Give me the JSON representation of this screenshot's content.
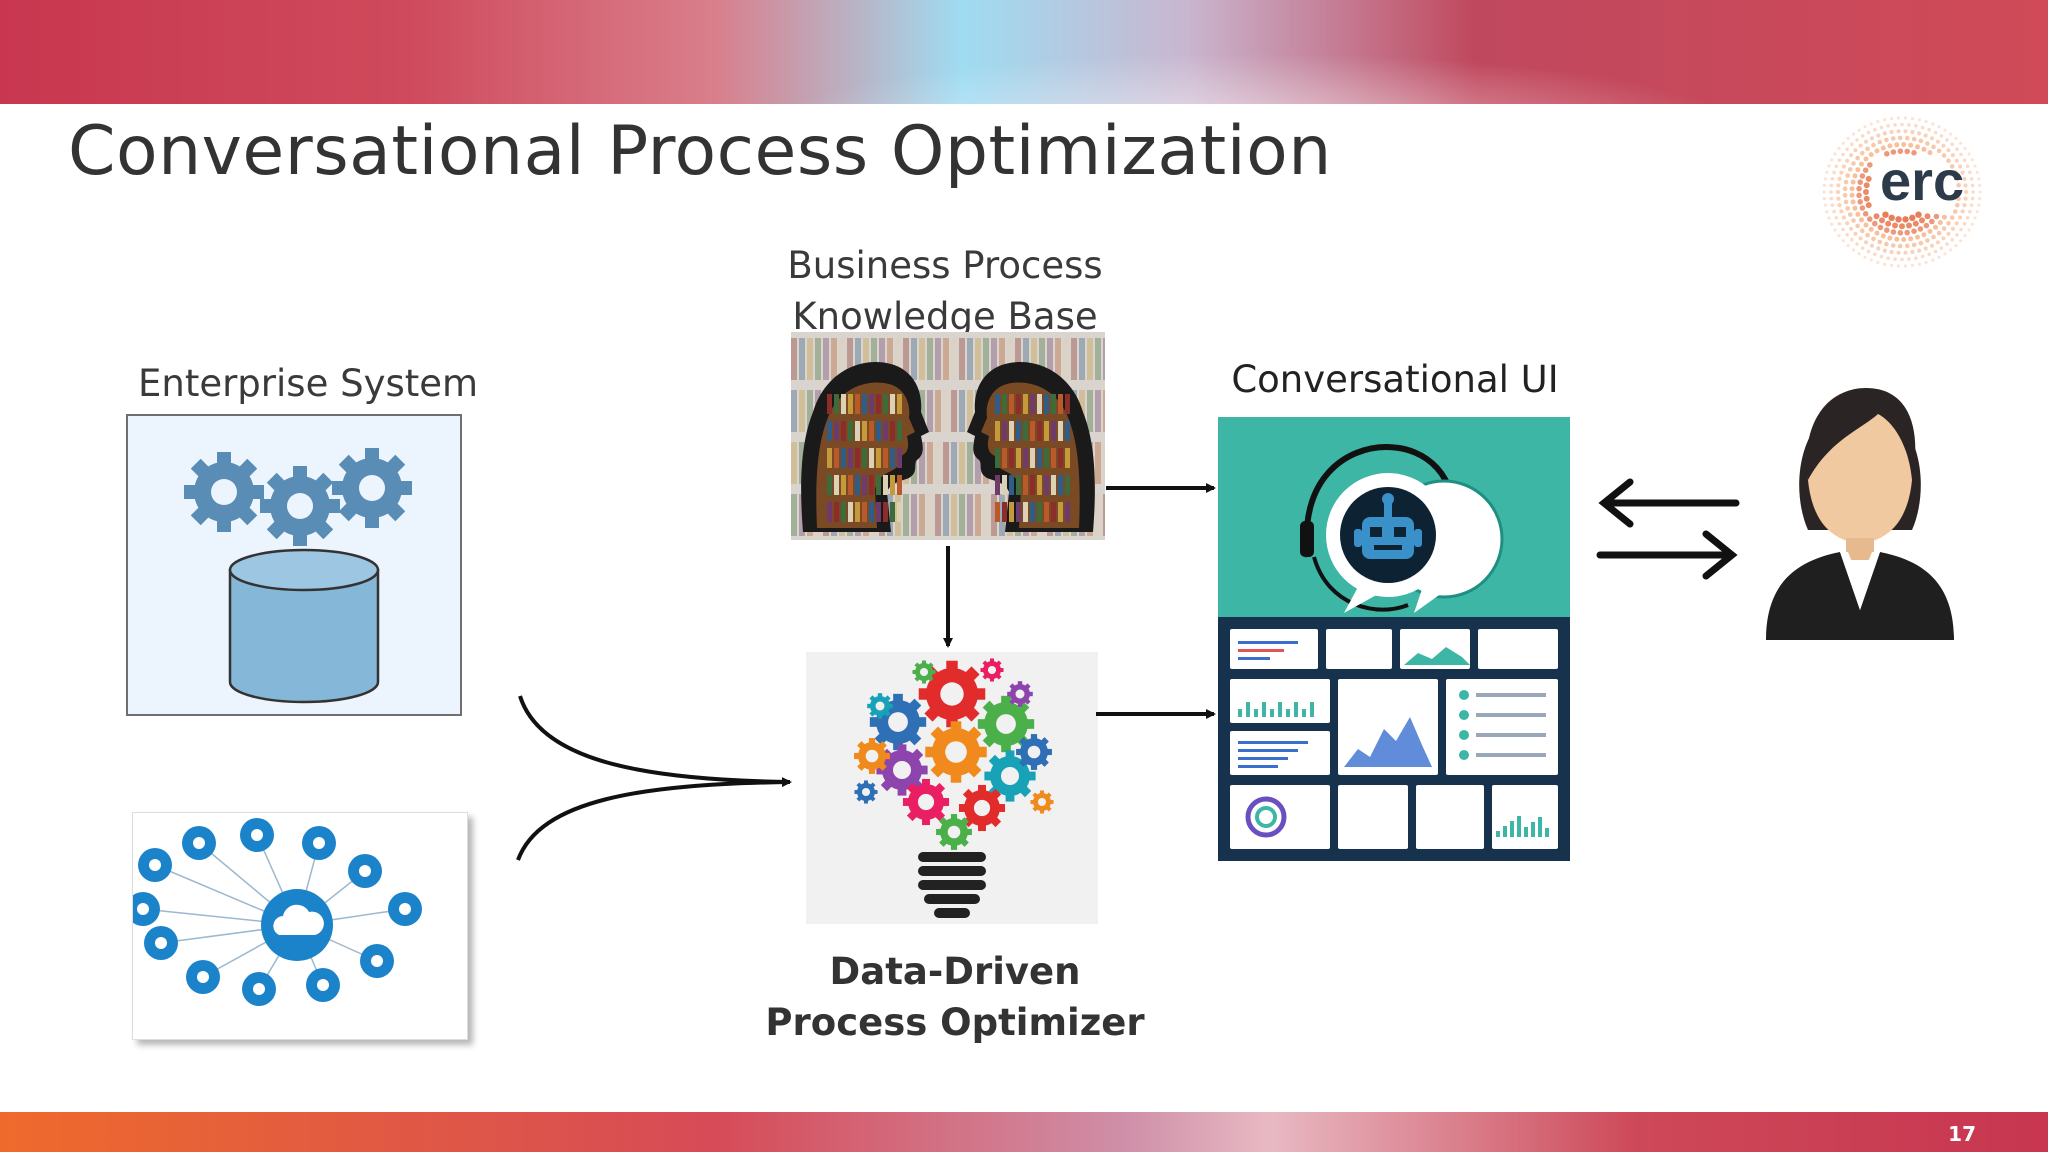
{
  "slide": {
    "title": "Conversational Process Optimization",
    "number": "17",
    "logo_text": "erc"
  },
  "labels": {
    "enterprise_system": "Enterprise System",
    "bp_line1": "Business Process",
    "bp_line2": "Knowledge Base",
    "conversational_ui": "Conversational UI",
    "dd_line1": "Data-Driven",
    "dd_line2": "Process Optimizer"
  },
  "colors": {
    "accent_red": "#c8374f",
    "gear_blue": "#5a8db5",
    "cylinder_blue": "#85b7d8",
    "teal": "#3db6a6",
    "dashboard_navy": "#17324c",
    "iot_blue": "#1b83c9"
  },
  "icons": {
    "iot_nodes": [
      "home-icon",
      "microphone-icon",
      "tools-icon",
      "headphones-icon",
      "gear-icon",
      "monitor-icon",
      "wifi-icon",
      "stop-icon",
      "person-icon",
      "phone-icon",
      "gamepad-icon",
      "bulb-icon"
    ]
  }
}
